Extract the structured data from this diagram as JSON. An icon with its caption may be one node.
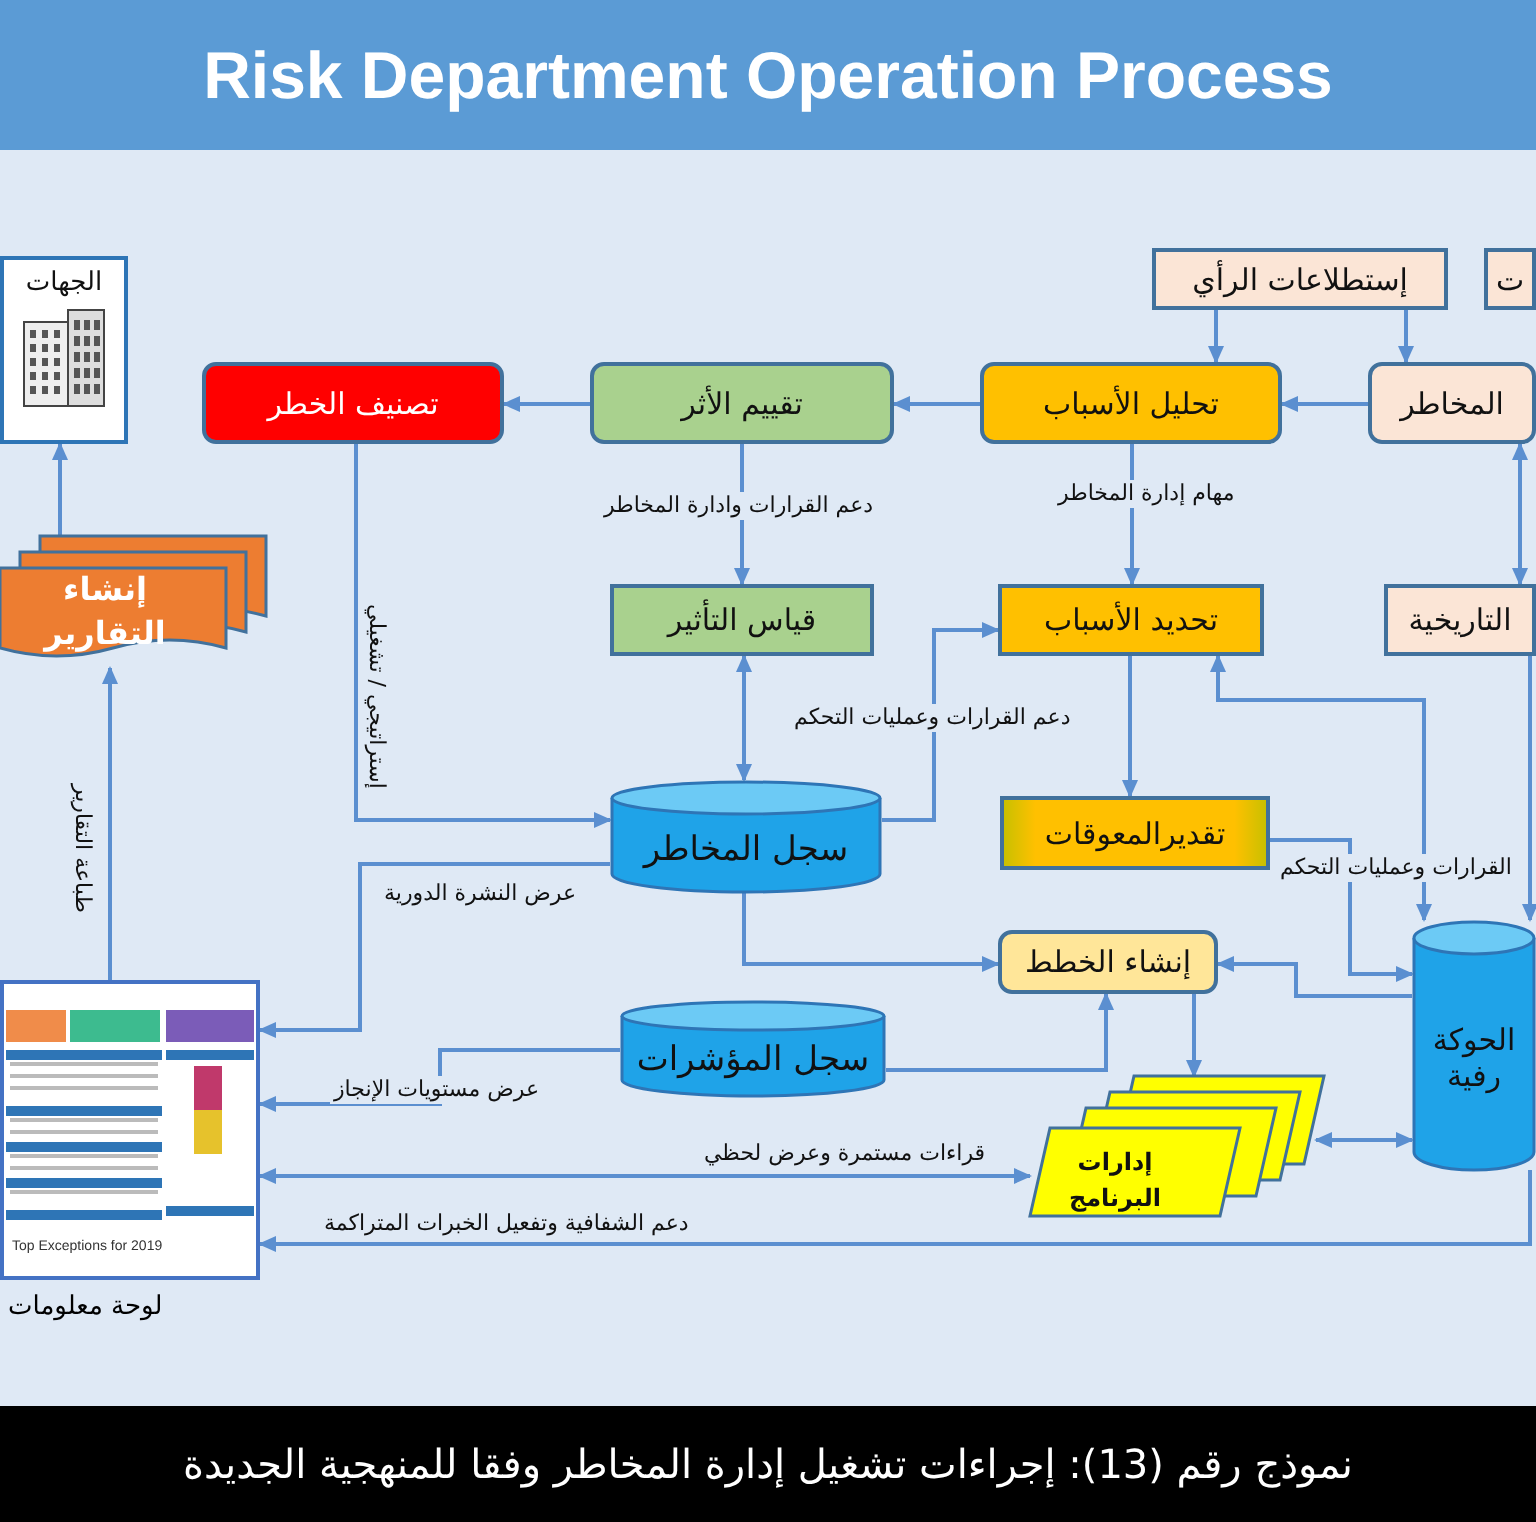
{
  "diagram": {
    "title": "Risk Department Operation Process",
    "caption": "نموذج رقم (13): إجراءات تشغيل إدارة المخاطر وفقا للمنهجية الجديدة",
    "nodes": [
      {
        "text": [
          "الجهات"
        ]
      },
      {
        "text": [
          "إنشاء التقارير"
        ]
      },
      {
        "text": [
          "تصنيف الخطر"
        ]
      },
      {
        "text": [
          "تقييم الأثر"
        ]
      },
      {
        "text": [
          "تحليل الأسباب"
        ]
      },
      {
        "text": [
          "المخاطر"
        ]
      },
      {
        "text": [
          "إستطلاعات الرأي"
        ]
      },
      {
        "text": [
          "ت"
        ]
      },
      {
        "text": [
          "قياس التأثير"
        ]
      },
      {
        "text": [
          "تحديد الأسباب"
        ]
      },
      {
        "text": [
          "التاريخية"
        ]
      },
      {
        "text": [
          "سجل المخاطر"
        ]
      },
      {
        "text": [
          "تقديرالمعوقات"
        ]
      },
      {
        "text": [
          "إنشاء الخطط"
        ]
      },
      {
        "text": [
          "سجل المؤشرات"
        ]
      },
      {
        "text": [
          "إدارات البرنامج"
        ]
      },
      {
        "text": [
          "الحوكة رفية"
        ]
      },
      {
        "text": [],
        "shape": "picture",
        "beside": [
          "لوحة معلومات"
        ]
      }
    ],
    "edges": [
      {
        "from": 6,
        "to": 4,
        "arrow": "to"
      },
      {
        "from": 6,
        "to": 5,
        "arrow": "to"
      },
      {
        "from": 5,
        "to": 4,
        "arrow": "to"
      },
      {
        "from": 4,
        "to": 3,
        "arrow": "to"
      },
      {
        "from": 3,
        "to": 2,
        "arrow": "to"
      },
      {
        "from": 3,
        "to": 8,
        "arrow": "to",
        "label": "دعم القرارات وادارة المخاطر"
      },
      {
        "from": 4,
        "to": 9,
        "arrow": "to",
        "label": "مهام إدارة المخاطر"
      },
      {
        "from": 5,
        "to": 10,
        "arrow": "both"
      },
      {
        "from": 11,
        "to": 8,
        "arrow": "both"
      },
      {
        "from": 11,
        "to": 9,
        "arrow": "to",
        "label": "دعم القرارات وعمليات التحكم"
      },
      {
        "from": 9,
        "to": 12,
        "arrow": "to"
      },
      {
        "from": 9,
        "to": 16,
        "arrow": "both",
        "label": "القرارات وعمليات التحكم"
      },
      {
        "from": 10,
        "to": 16,
        "arrow": "to"
      },
      {
        "from": 12,
        "to": 16,
        "arrow": "to"
      },
      {
        "from": 16,
        "to": 13,
        "arrow": "to"
      },
      {
        "from": 11,
        "to": 13,
        "arrow": "to"
      },
      {
        "from": 14,
        "to": 13,
        "arrow": "to"
      },
      {
        "from": 13,
        "to": 15,
        "arrow": "to"
      },
      {
        "from": 15,
        "to": 16,
        "arrow": "both"
      },
      {
        "from": 2,
        "to": 11,
        "arrow": "to",
        "label": "إستراتيجي / تشغيلي"
      },
      {
        "from": 11,
        "to": 17,
        "arrow": "to",
        "label": "عرض النشرة الدورية"
      },
      {
        "from": 14,
        "to": 17,
        "arrow": "to",
        "label": "عرض مستويات الإنجاز"
      },
      {
        "from": 15,
        "to": 17,
        "arrow": "both",
        "label": "قراءات مستمرة وعرض لحظي"
      },
      {
        "from": 16,
        "to": 17,
        "arrow": "to",
        "label": "دعم الشفافية وتفعيل الخبرات المتراكمة"
      },
      {
        "from": 17,
        "to": 1,
        "arrow": "to",
        "label": "طباعة التقارير"
      },
      {
        "from": 1,
        "to": 0,
        "arrow": "to"
      }
    ],
    "labels": [
      "Top Exceptions for 2019"
    ]
  }
}
